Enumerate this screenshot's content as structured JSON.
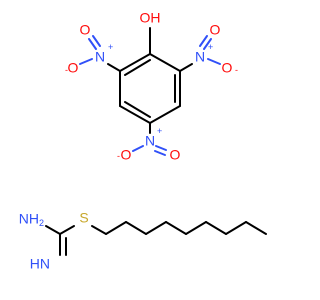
{
  "colors": {
    "carbon": "#000000",
    "nitrogen": "#3050F8",
    "oxygen": "#FF0D0D",
    "sulfur": "#C8A82C",
    "background": "#FFFFFF"
  },
  "picric_acid": {
    "hydroxyl_label": "OH",
    "nitro_groups": [
      {
        "n_label": "N",
        "n_charge": "+",
        "o_double": "O",
        "o_single": "O",
        "o_charge": "-"
      },
      {
        "n_label": "N",
        "n_charge": "+",
        "o_double": "O",
        "o_single": "O",
        "o_charge": "-"
      },
      {
        "n_label": "N",
        "n_charge": "+",
        "o_double": "O",
        "o_single": "O",
        "o_charge": "-"
      }
    ]
  },
  "heptyl_isothiourea": {
    "amine_label": "NH",
    "amine_h_count": "2",
    "imine_label": "HN",
    "sulfur_label": "S"
  }
}
